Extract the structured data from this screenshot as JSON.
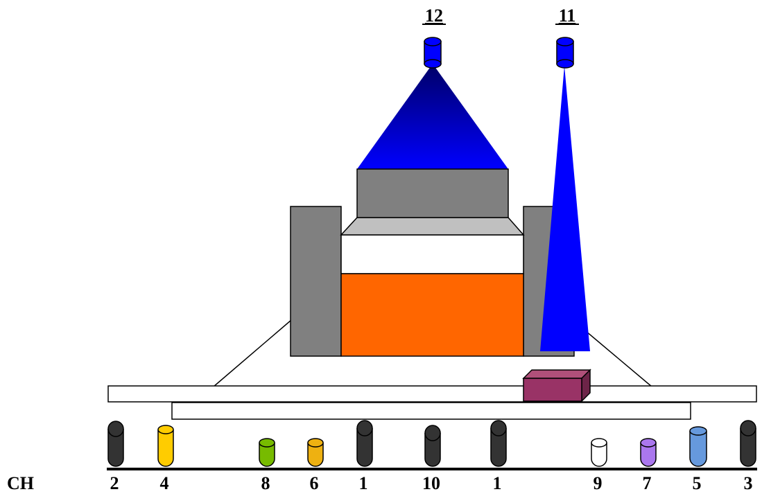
{
  "cameras": [
    {
      "label": "12",
      "icon": "camera-icon",
      "color": "#0000ff"
    },
    {
      "label": "11",
      "icon": "camera-icon",
      "color": "#0000ff"
    }
  ],
  "channel_prefix": "CH",
  "channels": [
    {
      "label": "2",
      "color": "#333333"
    },
    {
      "label": "4",
      "color": "#ffcc00"
    },
    {
      "label": "8",
      "color": "#77bb00"
    },
    {
      "label": "6",
      "color": "#eeb111"
    },
    {
      "label": "1",
      "color": "#333333"
    },
    {
      "label": "10",
      "color": "#333333"
    },
    {
      "label": "1",
      "color": "#333333"
    },
    {
      "label": "9",
      "color": "#ffffff"
    },
    {
      "label": "7",
      "color": "#aa77ee"
    },
    {
      "label": "5",
      "color": "#6699dd"
    },
    {
      "label": "3",
      "color": "#333333"
    }
  ],
  "colors": {
    "wide_beam": "#0000ff",
    "narrow_beam": "#0000ff",
    "block_top": "#808080",
    "side_pillars": "#808080",
    "liquid": "#ff6600",
    "bevel": "#c0c0c0",
    "object_box": "#993366"
  }
}
